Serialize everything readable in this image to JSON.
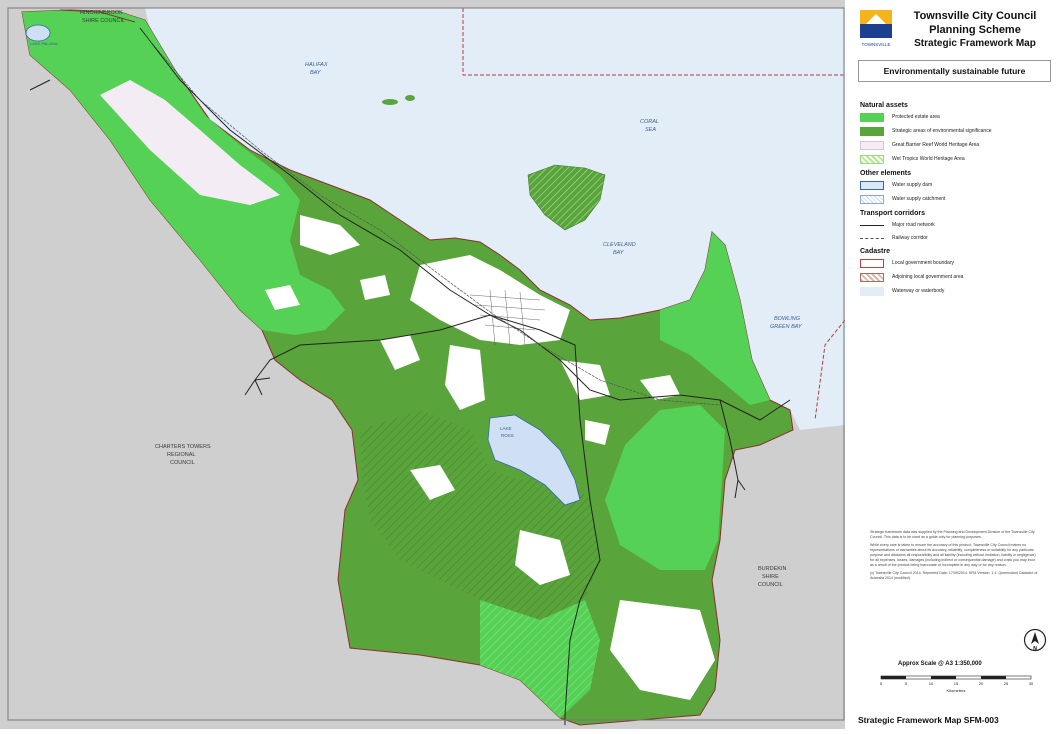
{
  "header": {
    "org_line1": "Townsville City Council",
    "org_line2": "Planning Scheme",
    "org_line3": "Strategic Framework Map",
    "logo_text": "TOWNSVILLE"
  },
  "subtitle": "Environmentally sustainable future",
  "legend": {
    "natural_assets_title": "Natural assets",
    "natural_assets": [
      {
        "label": "Protected estate area",
        "color": "#55d155"
      },
      {
        "label": "Strategic areas of environmental significance",
        "color": "#5aa43c"
      },
      {
        "label": "Great Barrier Reef World Heritage Area",
        "color": "#f4ecf4"
      },
      {
        "label": "Wet Tropics World Heritage Area",
        "color": "#b8e88a"
      }
    ],
    "other_elements_title": "Other elements",
    "other_elements": [
      {
        "label": "Water supply dam",
        "color": "#dbe8f6"
      },
      {
        "label": "Water supply catchment",
        "color": "#ffffff"
      }
    ],
    "transport_title": "Transport corridors",
    "transport": [
      {
        "label": "Major road network"
      },
      {
        "label": "Railway corridor"
      }
    ],
    "cadastre_title": "Cadastre",
    "cadastre": [
      {
        "label": "Local government boundary",
        "color": "#c04040"
      },
      {
        "label": "Adjoining local government area",
        "color": "#c8a890"
      },
      {
        "label": "Waterway or waterbody",
        "color": "#e2edf8"
      }
    ]
  },
  "map_labels": {
    "halifax_bay": [
      "HALIFAX",
      "BAY"
    ],
    "coral_sea": [
      "CORAL",
      "SEA"
    ],
    "cleveland_bay": [
      "CLEVELAND",
      "BAY"
    ],
    "bowling_green_bay": [
      "BOWLING",
      "GREEN BAY"
    ],
    "charters_towers": [
      "CHARTERS TOWERS",
      "REGIONAL",
      "COUNCIL"
    ],
    "burdekin": [
      "BURDEKIN",
      "SHIRE",
      "COUNCIL"
    ],
    "hinchinbrook": [
      "HINCHINBROOK",
      "SHIRE COUNCIL"
    ],
    "lake_ross": [
      "LAKE",
      "ROSS"
    ],
    "lake_paluma": "LAKE PALUMA"
  },
  "disclaimer": [
    "Strategic framework data was supplied by the Planning and Development Division of the Townsville City Council. This data is to be used as a guide only for planning purposes.",
    "While every care is taken to ensure the accuracy of this product, Townsville City Council makes no representations or warranties about its accuracy, reliability, completeness or suitability for any particular purpose and disclaims all responsibility and all liability (including without limitation, liability in negligence) for all expenses, losses, damages (including indirect or consequential damage) and costs you may incur as a result of the product being inaccurate or incomplete in any way or for any reason.",
    "(c) Townsville City Council 2014. Reprinted Date: 17/09/2014. SFM Version: 1.1. Queensland Cadastre of Australia 2014 (modified)."
  ],
  "scale": {
    "label": "Approx Scale @ A3  1:350,000",
    "unit": "Kilometres",
    "ticks": [
      "0",
      "5",
      "10",
      "15",
      "20",
      "25",
      "30"
    ]
  },
  "north_arrow": "N",
  "footer": "Strategic Framework Map SFM-003"
}
